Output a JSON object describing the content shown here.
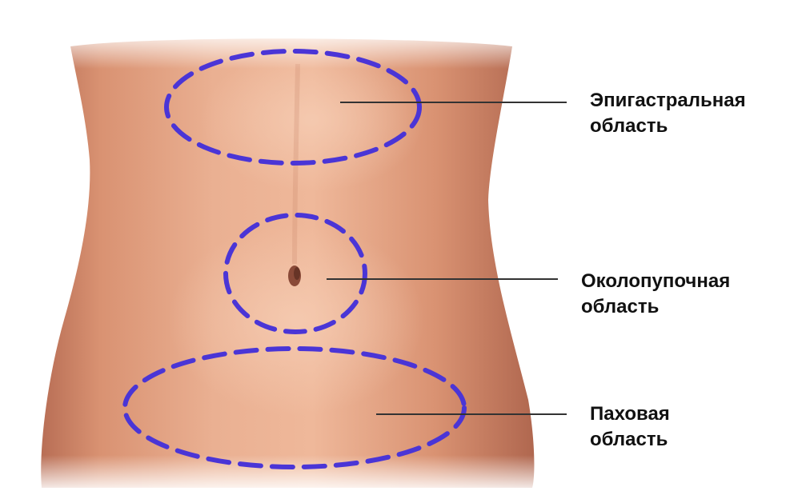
{
  "regions": [
    {
      "id": "epigastric",
      "line1": "Эпигастральная",
      "line2": "область"
    },
    {
      "id": "umbilical",
      "line1": "Околопупочная",
      "line2": "область"
    },
    {
      "id": "inguinal",
      "line1": "Паховая",
      "line2": "область"
    }
  ],
  "colors": {
    "outline": "#4a35d6",
    "leader_line": "#333333",
    "skin_light": "#efb89a",
    "skin_mid": "#d99272",
    "skin_dark": "#b86e55",
    "label_text": "#111111"
  }
}
